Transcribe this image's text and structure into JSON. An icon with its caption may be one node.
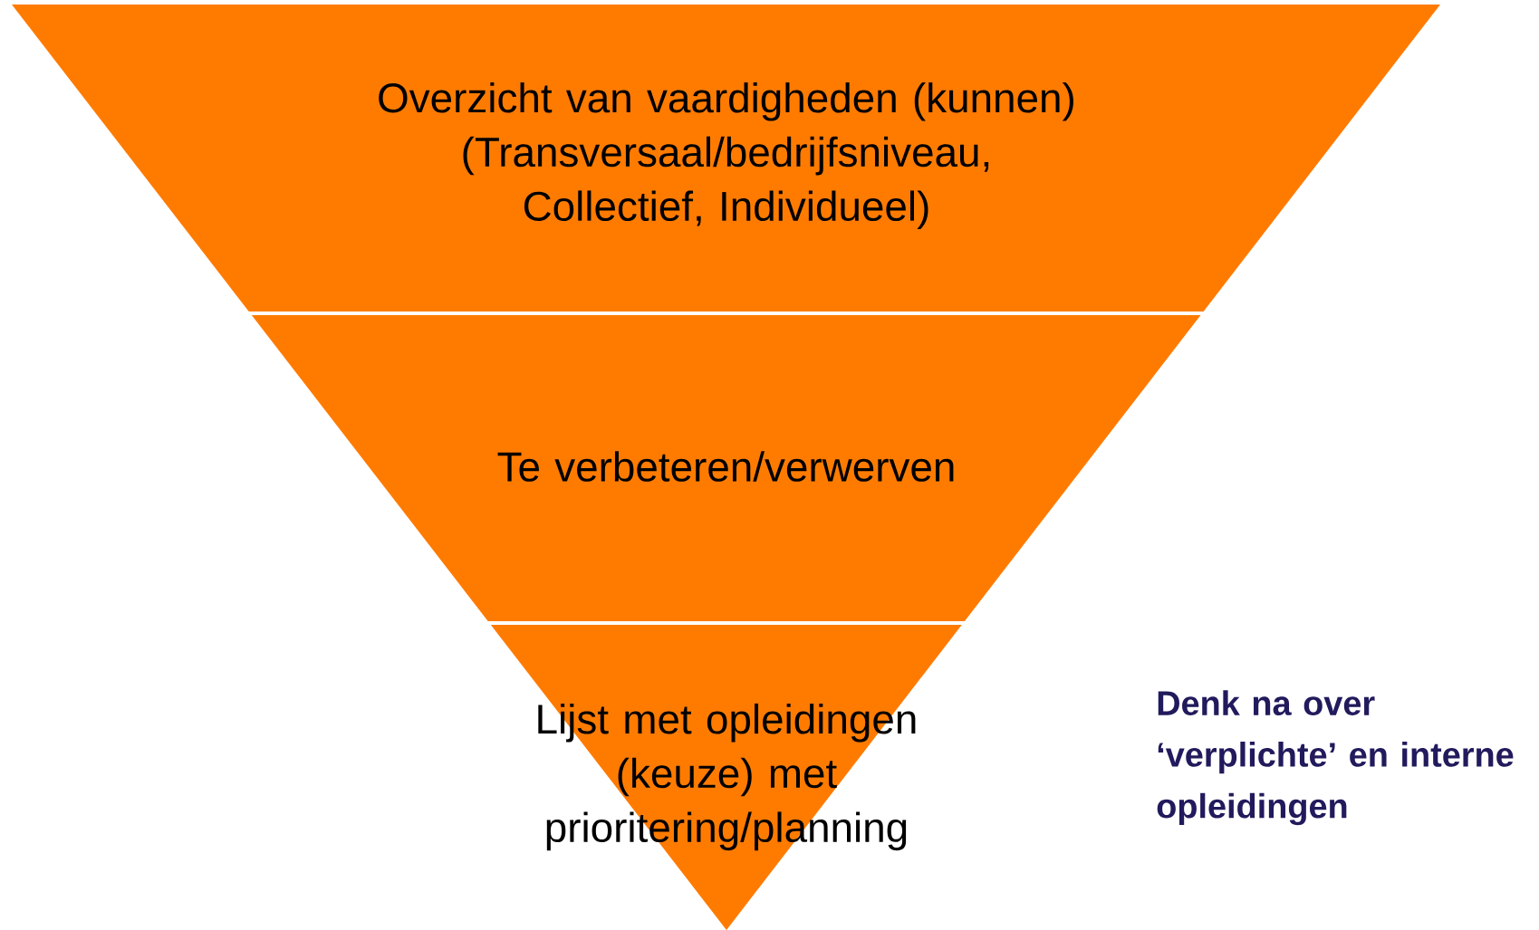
{
  "diagram": {
    "nodes": [
      {
        "text": [
          "Overzicht van vaardigheden (kunnen) (Transversaal/bedrijfsniveau, Collectief, Individueel)"
        ]
      },
      {
        "text": [
          "Te verbeteren/verwerven"
        ]
      },
      {
        "text": [
          "Lijst met opleidingen (keuze) met prioritering/planning"
        ]
      }
    ],
    "edges": [],
    "labels": [
      "Denk na over ‘verplichte’ en interne opleidingen"
    ]
  }
}
